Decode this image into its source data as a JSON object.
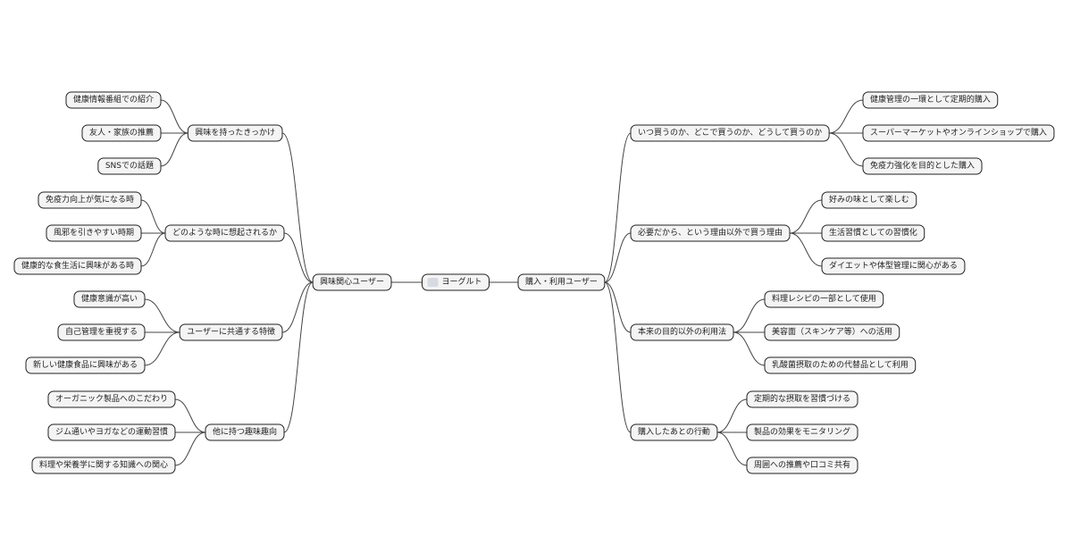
{
  "mindmap": {
    "root": {
      "label": "ヨーグルト",
      "brand_redacted": true
    },
    "left": {
      "label": "興味関心ユーザー",
      "branches": [
        {
          "label": "興味を持ったきっかけ",
          "leaves": [
            "健康情報番組での紹介",
            "友人・家族の推薦",
            "SNSでの話題"
          ]
        },
        {
          "label": "どのような時に想起されるか",
          "leaves": [
            "免疫力向上が気になる時",
            "風邪を引きやすい時期",
            "健康的な食生活に興味がある時"
          ]
        },
        {
          "label": "ユーザーに共通する特徴",
          "leaves": [
            "健康意識が高い",
            "自己管理を重視する",
            "新しい健康食品に興味がある"
          ]
        },
        {
          "label": "他に持つ趣味趣向",
          "leaves": [
            "オーガニック製品へのこだわり",
            "ジム通いやヨガなどの運動習慣",
            "料理や栄養学に関する知識への関心"
          ]
        }
      ]
    },
    "right": {
      "label": "購入・利用ユーザー",
      "branches": [
        {
          "label": "いつ買うのか、どこで買うのか、どうして買うのか",
          "leaves": [
            "健康管理の一環として定期的購入",
            "スーパーマーケットやオンラインショップで購入",
            "免疫力強化を目的とした購入"
          ]
        },
        {
          "label": "必要だから、という理由以外で買う理由",
          "leaves": [
            "好みの味として楽しむ",
            "生活習慣としての習慣化",
            "ダイエットや体型管理に関心がある"
          ]
        },
        {
          "label": "本来の目的以外の利用法",
          "leaves": [
            "料理レシピの一部として使用",
            "美容面（スキンケア等）への活用",
            "乳酸菌摂取のための代替品として利用"
          ]
        },
        {
          "label": "購入したあとの行動",
          "leaves": [
            "定期的な摂取を習慣づける",
            "製品の効果をモニタリング",
            "周囲への推薦や口コミ共有"
          ]
        }
      ]
    }
  }
}
